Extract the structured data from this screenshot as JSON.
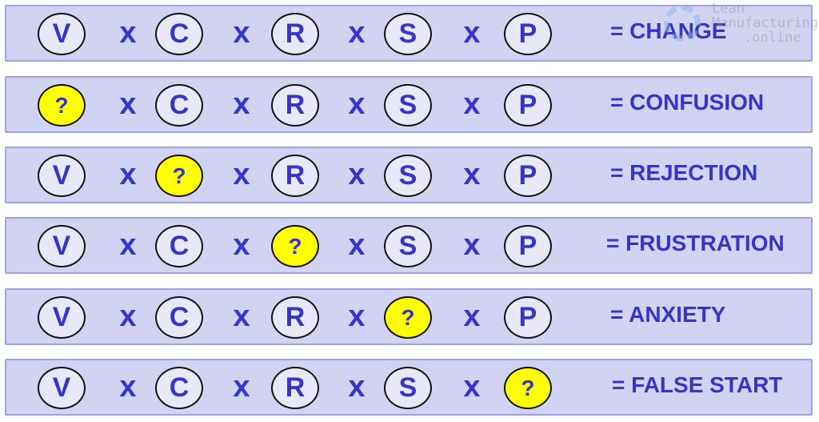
{
  "multiply_symbol": "x",
  "rows": [
    {
      "factors": [
        "V",
        "C",
        "R",
        "S",
        "P"
      ],
      "result": "= CHANGE"
    },
    {
      "factors": [
        "?",
        "C",
        "R",
        "S",
        "P"
      ],
      "result": "= CONFUSION"
    },
    {
      "factors": [
        "V",
        "?",
        "R",
        "S",
        "P"
      ],
      "result": "= REJECTION"
    },
    {
      "factors": [
        "V",
        "C",
        "?",
        "S",
        "P"
      ],
      "result": "= FRUSTRATION"
    },
    {
      "factors": [
        "V",
        "C",
        "R",
        "?",
        "P"
      ],
      "result": "= ANXIETY"
    },
    {
      "factors": [
        "V",
        "C",
        "R",
        "S",
        "?"
      ],
      "result": "= FALSE START"
    }
  ],
  "watermark": {
    "line1": "Lean",
    "line2": "Manufacturing",
    "line3": ".online"
  },
  "colors": {
    "text": "#3535c8",
    "row_bg": "#d2d2f2",
    "missing": "#ffff00"
  }
}
